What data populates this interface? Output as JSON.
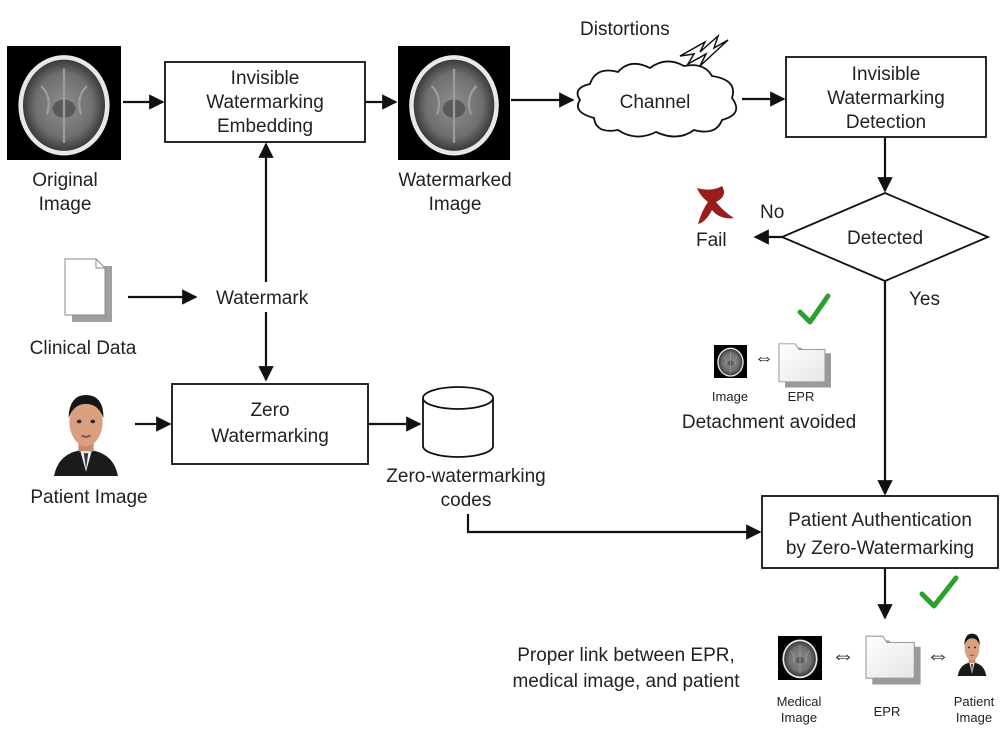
{
  "labels": {
    "original_image": [
      "Original",
      "Image"
    ],
    "embedding": [
      "Invisible",
      "Watermarking",
      "Embedding"
    ],
    "watermarked_image": [
      "Watermarked",
      "Image"
    ],
    "distortions": "Distortions",
    "channel": "Channel",
    "detection": [
      "Invisible",
      "Watermarking",
      "Detection"
    ],
    "detected": "Detected",
    "no": "No",
    "fail": "Fail",
    "yes": "Yes",
    "clinical_data": "Clinical Data",
    "watermark": "Watermark",
    "patient_image": "Patient Image",
    "zero_watermarking": [
      "Zero",
      "Watermarking"
    ],
    "zero_codes": [
      "Zero-watermarking",
      "codes"
    ],
    "small_image": "Image",
    "small_epr": "EPR",
    "detachment": "Detachment avoided",
    "authentication": [
      "Patient Authentication",
      "by Zero-Watermarking"
    ],
    "proper_link": [
      "Proper link between EPR,",
      "medical image, and patient"
    ],
    "medical_image": [
      "Medical",
      "Image"
    ],
    "epr": "EPR",
    "patient_image_small": [
      "Patient",
      "Image"
    ]
  },
  "colors": {
    "check": "#2ca02c",
    "cross": "#9b1c1c",
    "line": "#111111",
    "brain_bg": "#000000"
  },
  "icons": {
    "folder": "folder-icon",
    "document": "document-icon",
    "database": "database-icon",
    "lightning": "lightning-icon",
    "check": "check-icon",
    "cross": "cross-icon",
    "brain": "brain-scan-icon",
    "person": "person-photo-icon"
  }
}
